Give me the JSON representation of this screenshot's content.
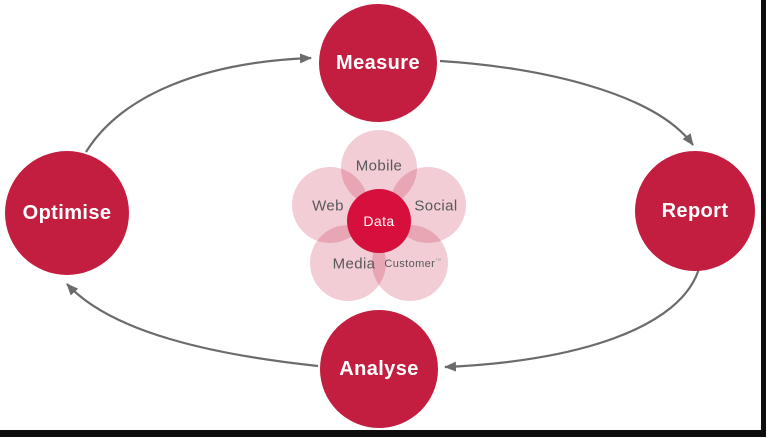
{
  "colors": {
    "background": "#ffffff",
    "node_fill": "#c31d40",
    "core_fill": "#d60f3c",
    "petal_fill": "rgba(198,27,62,0.22)",
    "arrow": "#6b6b6b",
    "petal_text": "#58585a",
    "node_text": "#ffffff",
    "frame": "#0d0d0d"
  },
  "cycle": {
    "nodes": [
      {
        "id": "measure",
        "label": "Measure"
      },
      {
        "id": "report",
        "label": "Report"
      },
      {
        "id": "analyse",
        "label": "Analyse"
      },
      {
        "id": "optimise",
        "label": "Optimise"
      }
    ],
    "flow": [
      "Optimise → Measure",
      "Measure → Report",
      "Report → Analyse",
      "Analyse → Optimise"
    ]
  },
  "hub": {
    "core_label": "Data",
    "petals": [
      {
        "label": "Mobile"
      },
      {
        "label": "Social"
      },
      {
        "label": "Customer",
        "mark": "™"
      },
      {
        "label": "Media"
      },
      {
        "label": "Web"
      }
    ]
  }
}
